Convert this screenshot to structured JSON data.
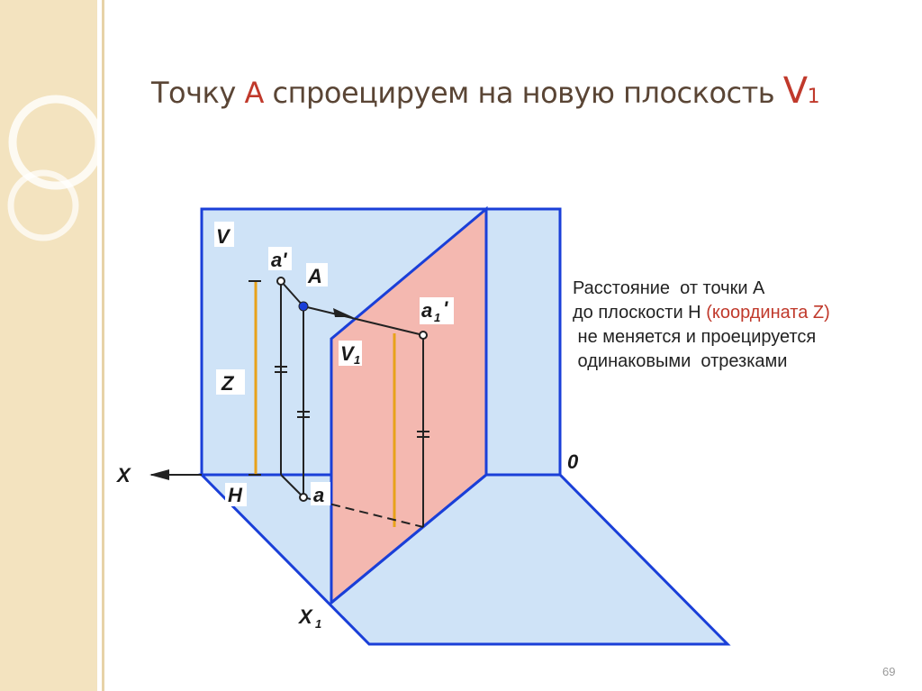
{
  "slide": {
    "title_prefix": "Точку ",
    "title_accent": "А",
    "title_suffix": " спроецируем на новую плоскость ",
    "title_v": "V",
    "title_v_sub": "1",
    "page_number": "69"
  },
  "note": {
    "line1": "Расстояние  от точки А",
    "line2_start": "до плоскости Н ",
    "line2_red": "(координата Z)",
    "line3": " не меняется и проецируется",
    "line4": " одинаковыми  отрезками"
  },
  "diagram": {
    "label_v": "V",
    "label_a_prime": "a'",
    "label_A": "A",
    "label_a1_prime": "a",
    "label_a1_sub": "1",
    "label_a1_mark": "'",
    "label_v1": "V",
    "label_v1_sub": "1",
    "label_z": "Z",
    "label_x": "X",
    "label_0": "0",
    "label_h": "H",
    "label_a": "a",
    "label_x1": "X",
    "label_x1_sub": "1",
    "colors": {
      "plane_v": "#cfe3f7",
      "plane_v1": "#f4b8b0",
      "plane_h": "#cfe3f7",
      "edge": "#1a3fd8",
      "z_segment": "#e8a21a",
      "point": "#1a3fd8"
    }
  }
}
